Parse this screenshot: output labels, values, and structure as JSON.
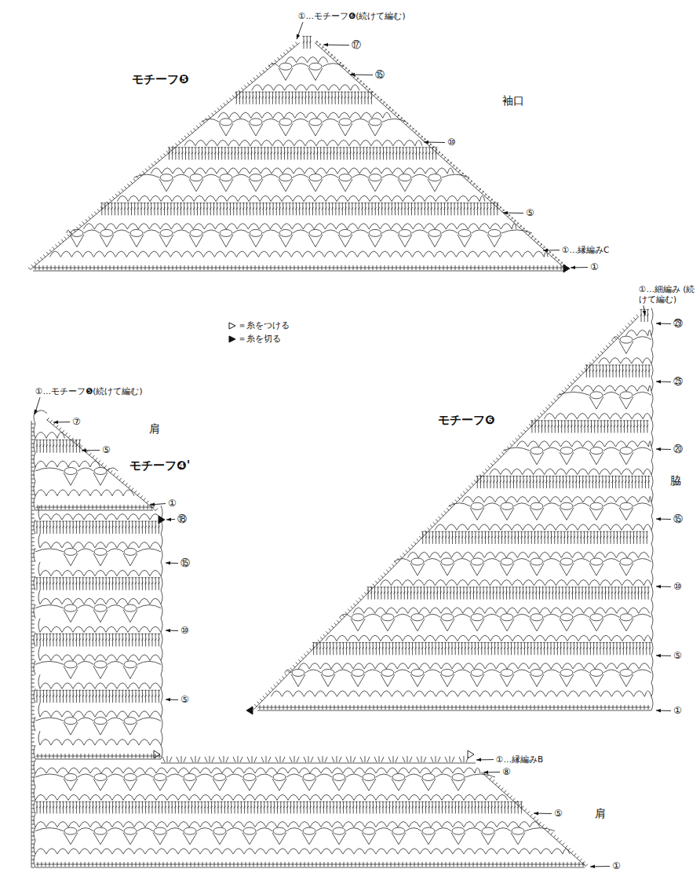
{
  "diagram": {
    "labels": [
      "①…モチーフ❻(続けて編む)",
      "⑰",
      "モチーフ❺",
      "⑮",
      "袖口",
      "⑩",
      "⑤",
      "①…縁編みC",
      "①",
      "①…モチーフ❺(続けて編む)",
      "⑦",
      "肩",
      "⑤",
      "モチーフ❹'",
      "①",
      "⑱",
      "⑮",
      "⑩",
      "⑤",
      "①…縁編みB",
      "⑧",
      "⑤",
      "肩",
      "①",
      "①…細編み (続けて編む)",
      "㉙",
      "㉕",
      "モチーフ❻",
      "⑳",
      "脇",
      "⑮",
      "⑩",
      "⑤",
      "①"
    ],
    "legend": [
      {
        "text": "＝糸をつける"
      },
      {
        "text": "＝糸を切る"
      }
    ]
  }
}
